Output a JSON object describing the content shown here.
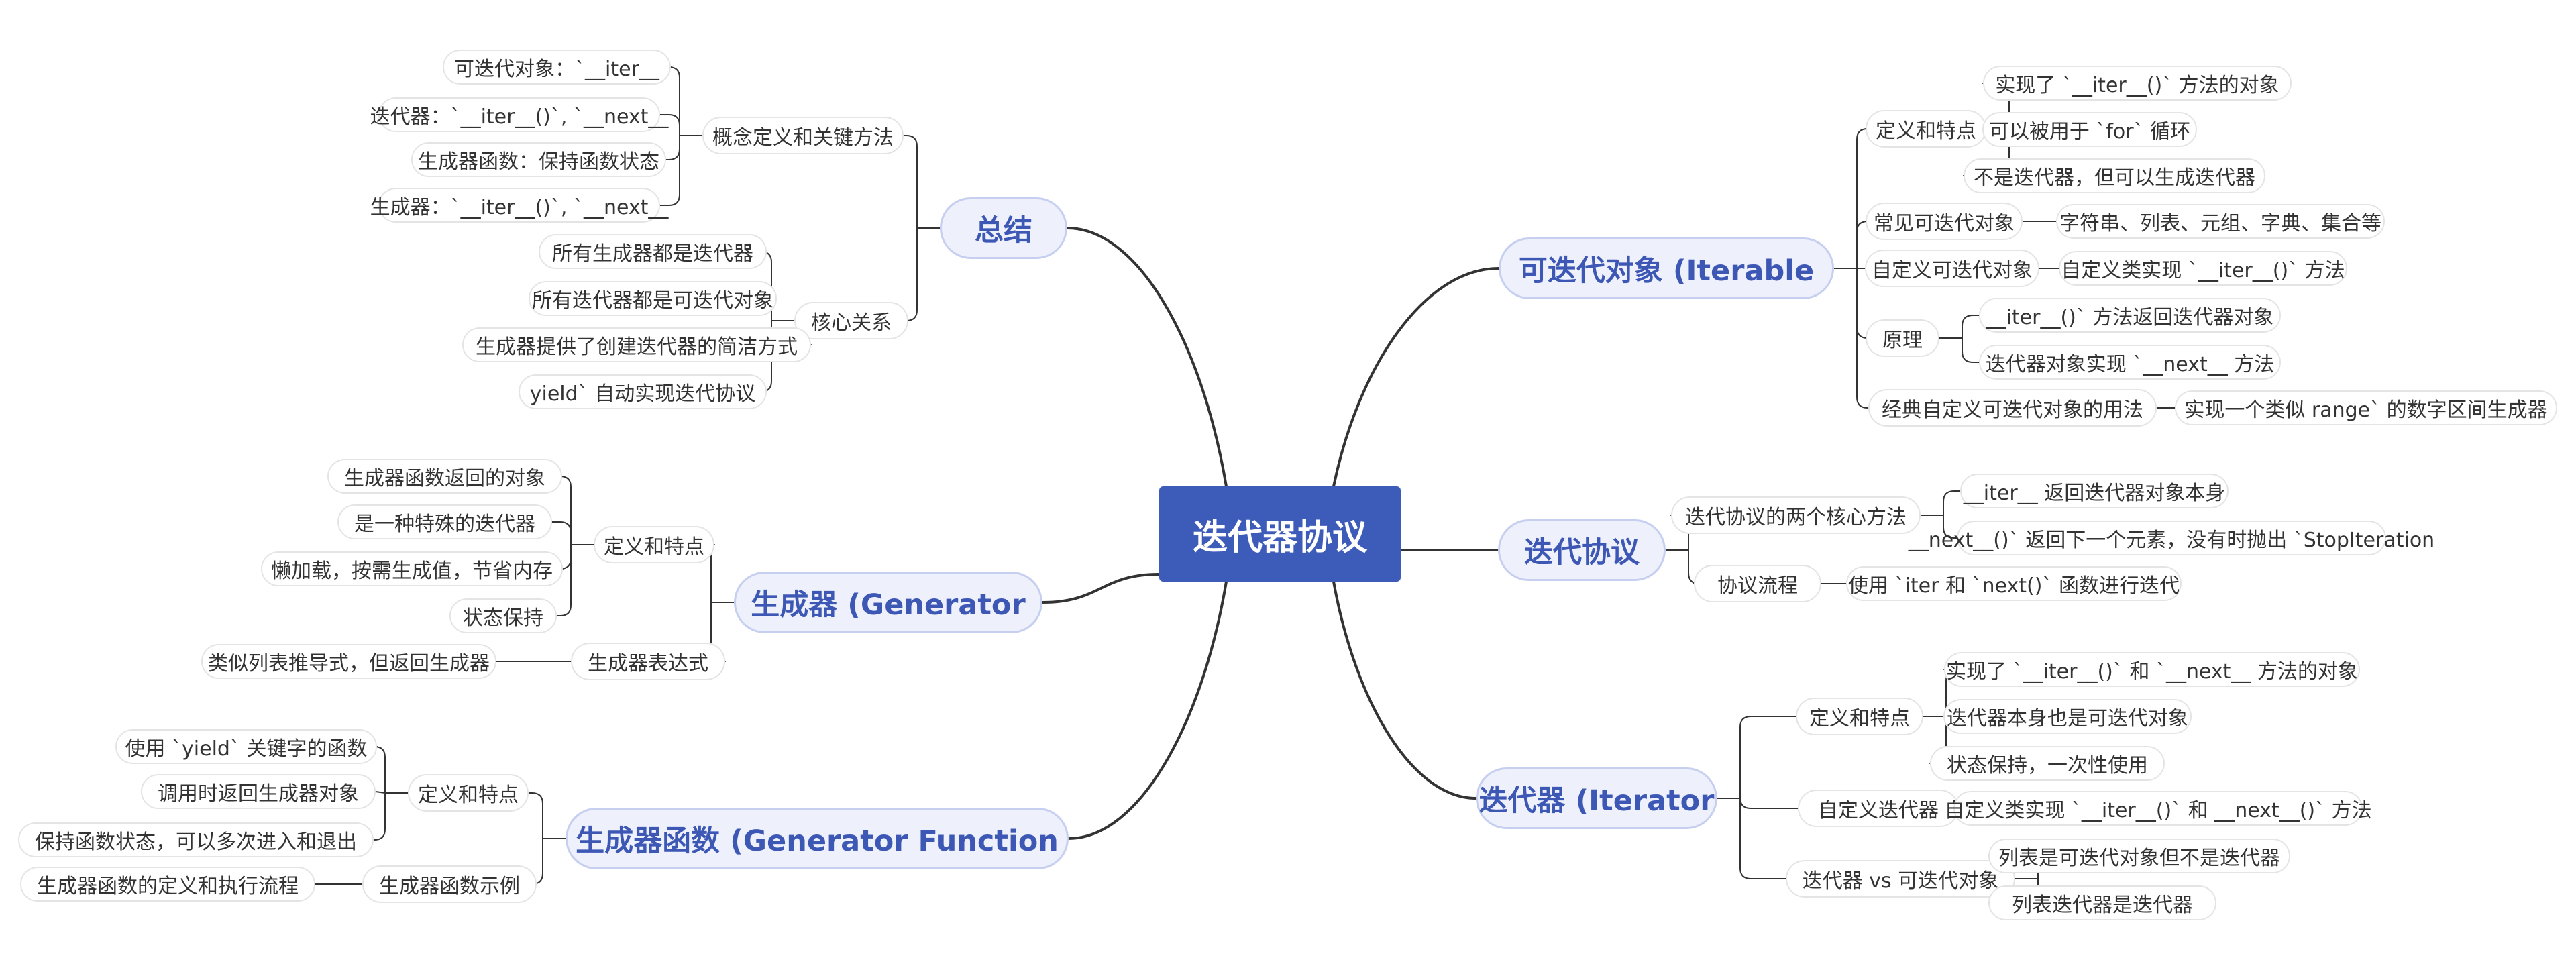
{
  "root": {
    "id": "root",
    "label": "迭代器协议"
  },
  "branches": [
    {
      "id": "iterable",
      "label": "可迭代对象 (Iterable",
      "side": "right",
      "children": [
        {
          "id": "it-def",
          "label": "定义和特点",
          "children": [
            {
              "id": "it-def-1",
              "label": "实现了 `__iter__()` 方法的对象"
            },
            {
              "id": "it-def-2",
              "label": "可以被用于 `for` 循环"
            },
            {
              "id": "it-def-3",
              "label": "不是迭代器，但可以生成迭代器"
            }
          ]
        },
        {
          "id": "it-common",
          "label": "常见可迭代对象",
          "children": [
            {
              "id": "it-common-1",
              "label": "字符串、列表、元组、字典、集合等"
            }
          ]
        },
        {
          "id": "it-custom",
          "label": "自定义可迭代对象",
          "children": [
            {
              "id": "it-custom-1",
              "label": "自定义类实现 `__iter__()` 方法"
            }
          ]
        },
        {
          "id": "it-principle",
          "label": "原理",
          "children": [
            {
              "id": "it-principle-1",
              "label": "__iter__()` 方法返回迭代器对象"
            },
            {
              "id": "it-principle-2",
              "label": "迭代器对象实现 `__next__ 方法"
            }
          ]
        },
        {
          "id": "it-classic",
          "label": "经典自定义可迭代对象的用法",
          "children": [
            {
              "id": "it-classic-1",
              "label": "实现一个类似 range` 的数字区间生成器"
            }
          ]
        }
      ]
    },
    {
      "id": "protocol",
      "label": "迭代协议",
      "side": "right",
      "children": [
        {
          "id": "pr-core",
          "label": "迭代协议的两个核心方法",
          "children": [
            {
              "id": "pr-core-1",
              "label": "__iter__ 返回迭代器对象本身"
            },
            {
              "id": "pr-core-2",
              "label": "__next__()` 返回下一个元素，没有时抛出 `StopIteration"
            }
          ]
        },
        {
          "id": "pr-flow",
          "label": "协议流程",
          "children": [
            {
              "id": "pr-flow-1",
              "label": "使用 `iter 和 `next()` 函数进行迭代"
            }
          ]
        }
      ]
    },
    {
      "id": "iterator",
      "label": "迭代器 (Iterator",
      "side": "right",
      "children": [
        {
          "id": "ir-def",
          "label": "定义和特点",
          "children": [
            {
              "id": "ir-def-1",
              "label": "实现了 `__iter__()` 和 `__next__ 方法的对象"
            },
            {
              "id": "ir-def-2",
              "label": "迭代器本身也是可迭代对象"
            },
            {
              "id": "ir-def-3",
              "label": "状态保持，一次性使用"
            }
          ]
        },
        {
          "id": "ir-custom",
          "label": "自定义迭代器",
          "children": [
            {
              "id": "ir-custom-1",
              "label": "自定义类实现 `__iter__()` 和 __next__()` 方法"
            }
          ]
        },
        {
          "id": "ir-vs",
          "label": "迭代器 vs 可迭代对象",
          "children": [
            {
              "id": "ir-vs-1",
              "label": "列表是可迭代对象但不是迭代器"
            },
            {
              "id": "ir-vs-2",
              "label": "列表迭代器是迭代器"
            }
          ]
        }
      ]
    },
    {
      "id": "summary",
      "label": "总结",
      "side": "left",
      "children": [
        {
          "id": "su-concept",
          "label": "概念定义和关键方法",
          "children": [
            {
              "id": "su-concept-1",
              "label": "可迭代对象：`__iter__"
            },
            {
              "id": "su-concept-2",
              "label": "迭代器：`__iter__()`, `__next__"
            },
            {
              "id": "su-concept-3",
              "label": "生成器函数：保持函数状态"
            },
            {
              "id": "su-concept-4",
              "label": "生成器：`__iter__()`, `__next__"
            }
          ]
        },
        {
          "id": "su-core",
          "label": "核心关系",
          "children": [
            {
              "id": "su-core-1",
              "label": "所有生成器都是迭代器"
            },
            {
              "id": "su-core-2",
              "label": "所有迭代器都是可迭代对象"
            },
            {
              "id": "su-core-3",
              "label": "生成器提供了创建迭代器的简洁方式"
            },
            {
              "id": "su-core-4",
              "label": "yield` 自动实现迭代协议"
            }
          ]
        }
      ]
    },
    {
      "id": "generator",
      "label": "生成器 (Generator",
      "side": "left",
      "children": [
        {
          "id": "ge-def",
          "label": "定义和特点",
          "children": [
            {
              "id": "ge-def-1",
              "label": "生成器函数返回的对象"
            },
            {
              "id": "ge-def-2",
              "label": "是一种特殊的迭代器"
            },
            {
              "id": "ge-def-3",
              "label": "懒加载，按需生成值，节省内存"
            },
            {
              "id": "ge-def-4",
              "label": "状态保持"
            }
          ]
        },
        {
          "id": "ge-expr",
          "label": "生成器表达式",
          "children": [
            {
              "id": "ge-expr-1",
              "label": "类似列表推导式，但返回生成器"
            }
          ]
        }
      ]
    },
    {
      "id": "genfunc",
      "label": "生成器函数 (Generator Function",
      "side": "left",
      "children": [
        {
          "id": "gf-def",
          "label": "定义和特点",
          "children": [
            {
              "id": "gf-def-1",
              "label": "使用 `yield` 关键字的函数"
            },
            {
              "id": "gf-def-2",
              "label": "调用时返回生成器对象"
            },
            {
              "id": "gf-def-3",
              "label": "保持函数状态，可以多次进入和退出"
            }
          ]
        },
        {
          "id": "gf-example",
          "label": "生成器函数示例",
          "children": [
            {
              "id": "gf-example-1",
              "label": "生成器函数的定义和执行流程"
            }
          ]
        }
      ]
    }
  ],
  "colors": {
    "root_fill": "#3d5bb8",
    "branch_text": "#3d57b5",
    "branch_fill": "#eef1fb",
    "line": "#333333"
  }
}
